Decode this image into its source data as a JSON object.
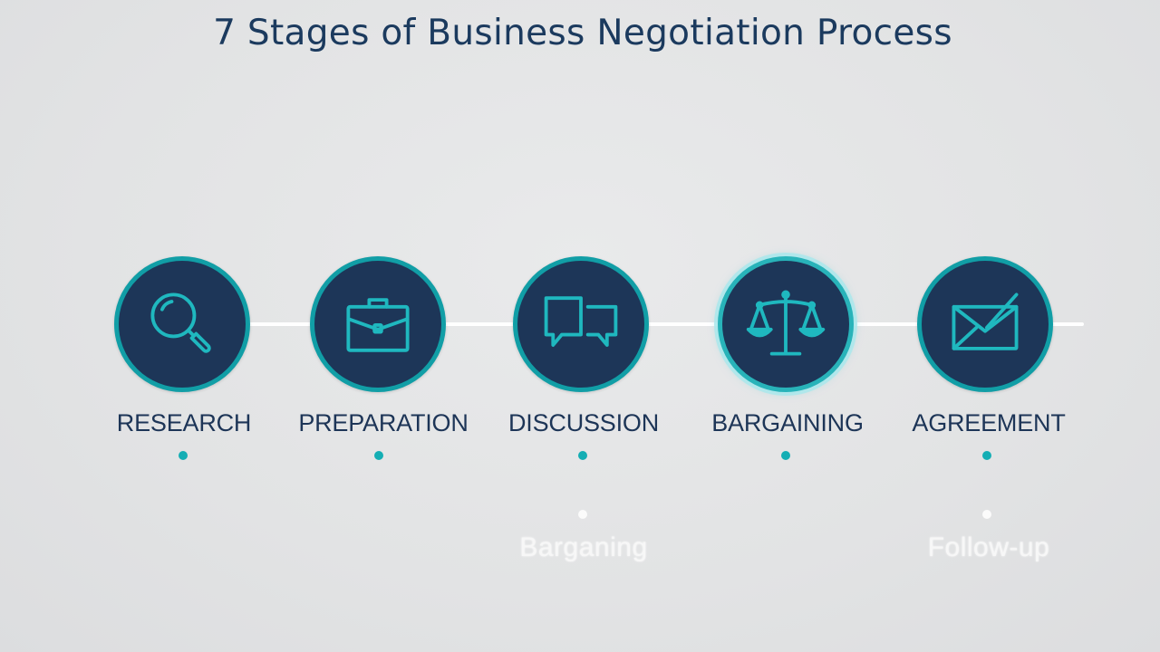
{
  "title": "7 Stages of Business Negotiation Process",
  "colors": {
    "circle_fill": "#1d3658",
    "ring": "#119ea6",
    "icon": "#1fb8bf",
    "label": "#1d3557",
    "dot": "#14aeb4"
  },
  "stages": [
    {
      "label": "RESEARCH",
      "icon": "magnifier-icon"
    },
    {
      "label": "PREPARATION",
      "icon": "briefcase-icon"
    },
    {
      "label": "DISCUSSION",
      "icon": "speech-bubbles-icon"
    },
    {
      "label": "BARGAINING",
      "icon": "scales-icon"
    },
    {
      "label": "AGREEMENT",
      "icon": "envelope-check-icon"
    }
  ],
  "faded_labels": [
    "Barganing",
    "Follow-up"
  ]
}
